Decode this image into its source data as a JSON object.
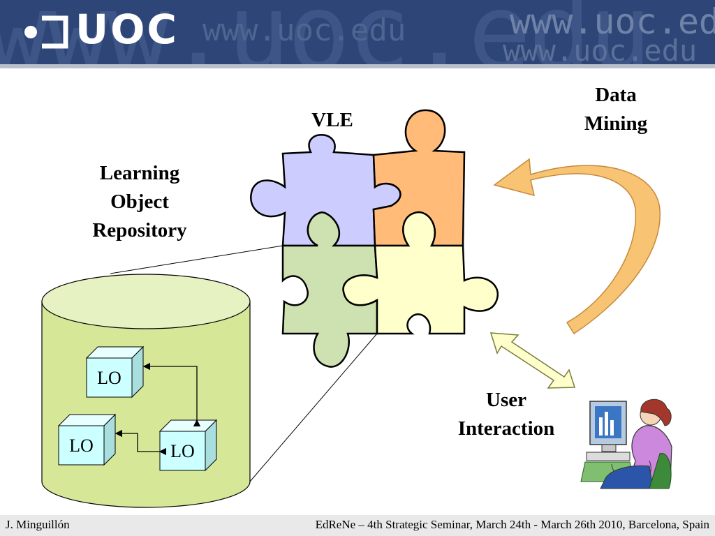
{
  "header": {
    "logo_text": "UOC",
    "watermark_url": "www.uoc.edu",
    "brand_color": "#2d4677"
  },
  "diagram": {
    "vle_label": "VLE",
    "data_mining_label": [
      "Data",
      "Mining"
    ],
    "repository_label": [
      "Learning",
      "Object",
      "Repository"
    ],
    "user_interaction_label": [
      "User",
      "Interaction"
    ],
    "learning_objects": [
      "LO",
      "LO",
      "LO"
    ],
    "puzzle_colors": [
      "#ccccff",
      "#ffbb77",
      "#cde2b0",
      "#ffffcc"
    ],
    "cylinder_color": "#d6e898",
    "lo_box_color": "#ccffff"
  },
  "footer": {
    "author": "J. Minguillón",
    "event": "EdReNe – 4th Strategic Seminar, March 24th - March 26th 2010, Barcelona, Spain"
  }
}
